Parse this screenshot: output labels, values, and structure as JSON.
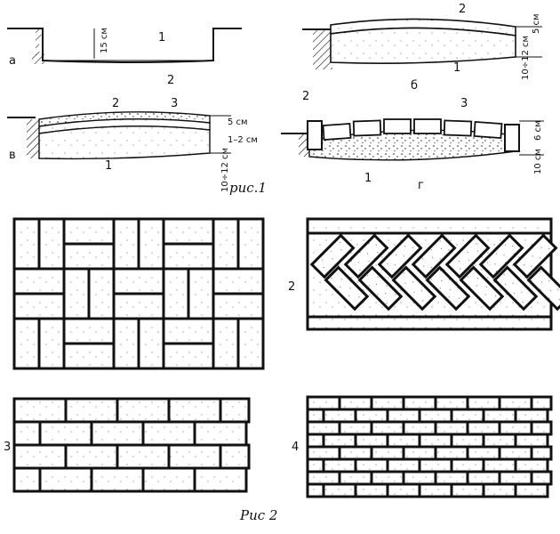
{
  "fig1": {
    "caption": "рис.1",
    "panel_a": {
      "letter": "а",
      "num_top": "1",
      "num_bottom": "2",
      "dim": "15 см"
    },
    "panel_b": {
      "letter": "б",
      "num_top": "2",
      "num_bottom": "1",
      "dim_top": "5 см",
      "dim_bottom": "10÷12 см"
    },
    "panel_v": {
      "letter": "в",
      "num_2": "2",
      "num_3": "3",
      "num_1": "1",
      "dim_top": "5 см",
      "dim_mid": "1–2 см",
      "dim_bottom": "10÷12 см"
    },
    "panel_g": {
      "letter": "г",
      "num_2": "2",
      "num_3": "3",
      "num_1": "1",
      "dim_top": "6 см",
      "dim_bottom": "10 см"
    }
  },
  "fig2": {
    "caption": "Рис 2",
    "pattern_2": "2",
    "pattern_3": "3",
    "pattern_4": "4"
  },
  "colors": {
    "ink": "#111111",
    "paper": "#ffffff"
  }
}
